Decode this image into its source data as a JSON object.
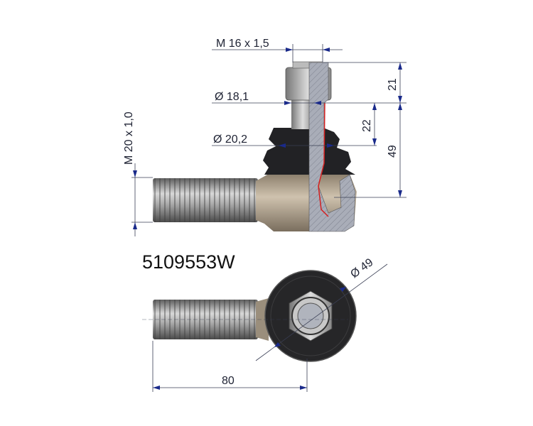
{
  "part_number": "5109553W",
  "dimensions": {
    "stud_thread": "M 16 x 1,5",
    "neck_diameter": "Ø 18,1",
    "boot_diameter": "Ø 20,2",
    "shank_thread": "M 20 x 1,0",
    "nut_height": "21",
    "neck_height": "22",
    "overall_height": "49",
    "eye_diameter": "Ø 49",
    "length": "80"
  },
  "colors": {
    "dimension_line": "#1a2a8a",
    "boot": "#1f1f22",
    "housing": "#b8aa96",
    "section_line": "#d42020"
  }
}
